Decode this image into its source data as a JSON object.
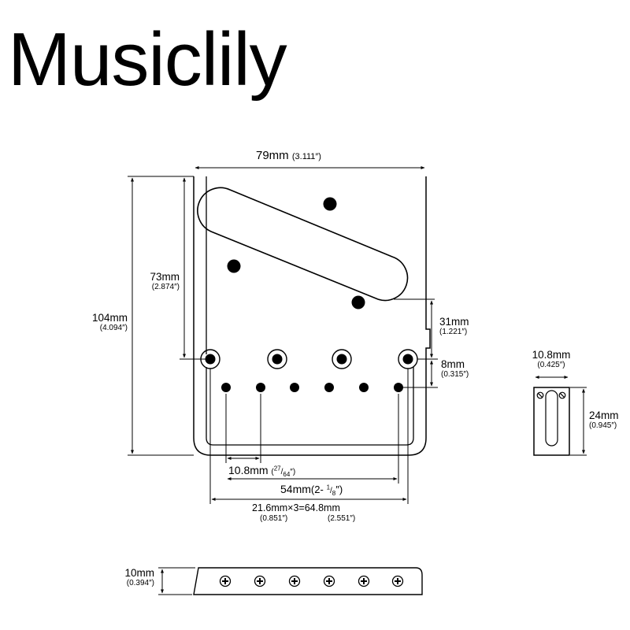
{
  "brand": {
    "name": "Musiclily"
  },
  "dimensions": {
    "width": {
      "mm": "79mm",
      "inch": "(3.111″)"
    },
    "height_total": {
      "mm": "104mm",
      "inch": "(4.094″)"
    },
    "height_to_screws": {
      "mm": "73mm",
      "inch": "(2.874″)"
    },
    "rear_depth": {
      "mm": "31mm",
      "inch": "(1.221″)"
    },
    "screw_to_holes": {
      "mm": "8mm",
      "inch": "(0.315″)"
    },
    "hole_pitch": {
      "mm": "10.8mm",
      "frac_num": "27",
      "frac_den": "64",
      "inch_suffix": "″)"
    },
    "outer_holes": {
      "mm": "54mm",
      "inch_prefix": "(2-",
      "frac_num": "1",
      "frac_den": "8",
      "inch_suffix": "″)"
    },
    "screw_span": {
      "formula": "21.6mm×3=64.8mm",
      "inch_a": "(0.851″)",
      "inch_b": "(2.551″)"
    },
    "saddle_width": {
      "mm": "10.8mm",
      "inch": "(0.425″)"
    },
    "saddle_length": {
      "mm": "24mm",
      "inch": "(0.945″)"
    },
    "side_height": {
      "mm": "10mm",
      "inch": "(0.394″)"
    }
  }
}
